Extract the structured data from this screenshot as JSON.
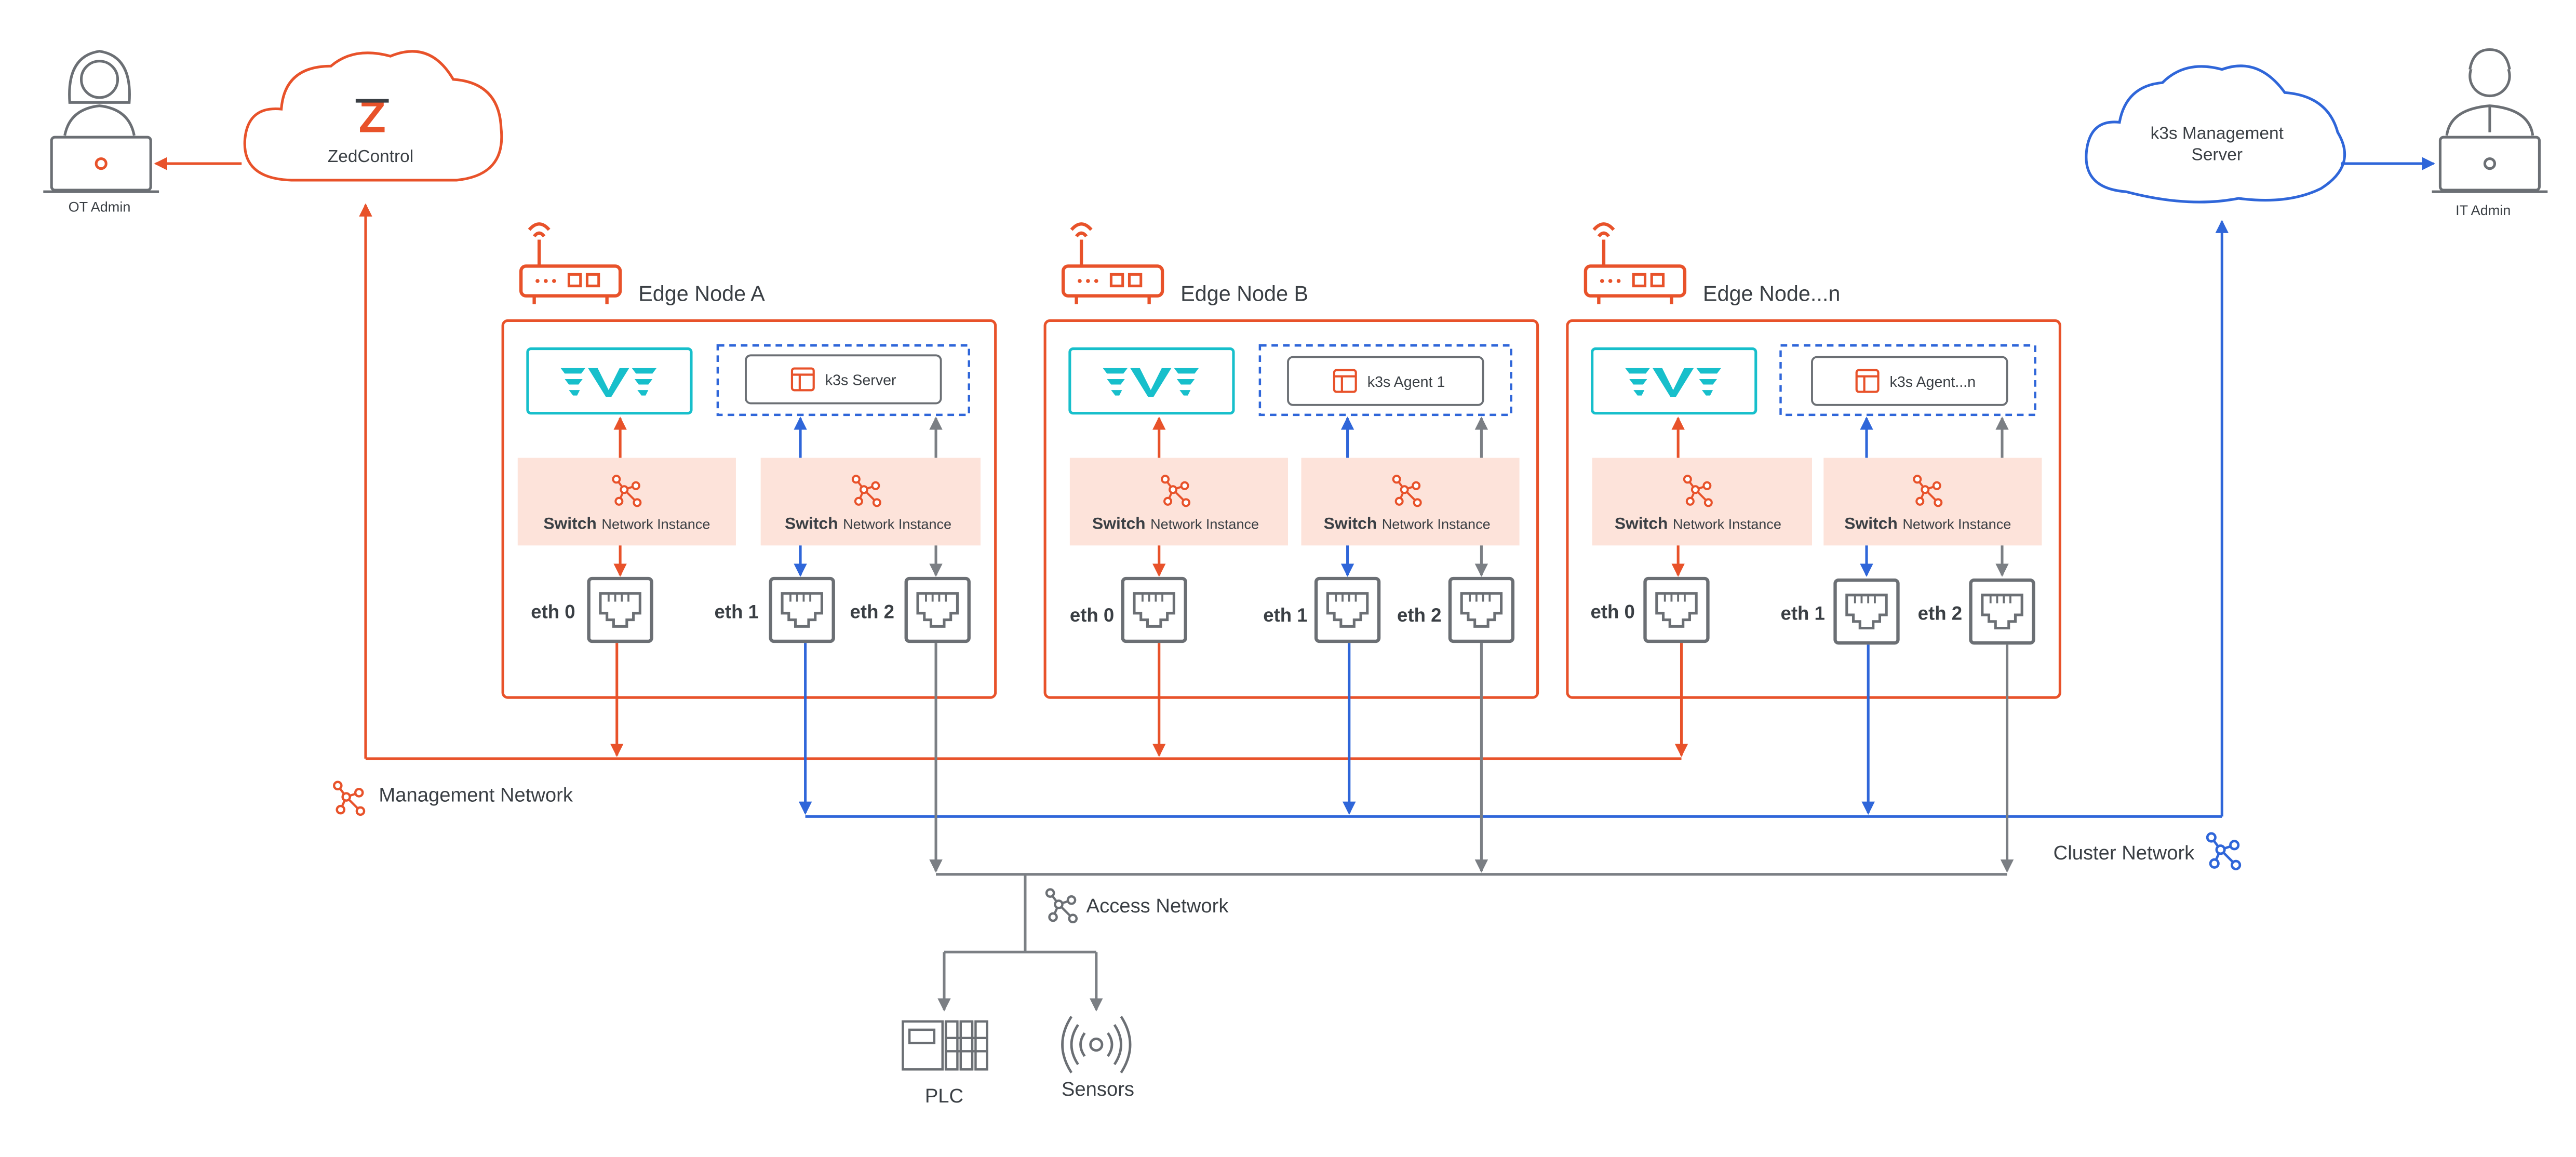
{
  "colors": {
    "orange": "#E8522A",
    "blue": "#2F66D9",
    "gray": "#7B7F84",
    "teal": "#17BFCB",
    "switch_fill": "#FDE3DA",
    "text": "#3A3F44"
  },
  "people": {
    "ot_admin": {
      "label": "OT Admin",
      "icon": "female-user-laptop-icon"
    },
    "it_admin": {
      "label": "IT Admin",
      "icon": "male-user-laptop-icon"
    }
  },
  "clouds": {
    "zedcontrol": {
      "label": "ZedControl",
      "logo": "Z",
      "icon": "cloud-icon"
    },
    "k3s_mgmt": {
      "label_line1": "k3s Management",
      "label_line2": "Server",
      "icon": "cloud-icon"
    }
  },
  "nodes": [
    {
      "title": "Edge Node A",
      "k3s_label": "k3s Server",
      "switch_left": {
        "bold": "Switch",
        "rest": "Network Instance"
      },
      "switch_right": {
        "bold": "Switch",
        "rest": "Network Instance"
      },
      "ports": [
        "eth 0",
        "eth 1",
        "eth 2"
      ]
    },
    {
      "title": "Edge Node B",
      "k3s_label": "k3s Agent 1",
      "switch_left": {
        "bold": "Switch",
        "rest": "Network Instance"
      },
      "switch_right": {
        "bold": "Switch",
        "rest": "Network Instance"
      },
      "ports": [
        "eth 0",
        "eth 1",
        "eth 2"
      ]
    },
    {
      "title": "Edge Node...n",
      "k3s_label": "k3s Agent...n",
      "switch_left": {
        "bold": "Switch",
        "rest": "Network Instance"
      },
      "switch_right": {
        "bold": "Switch",
        "rest": "Network Instance"
      },
      "ports": [
        "eth 0",
        "eth 1",
        "eth 2"
      ]
    }
  ],
  "networks": {
    "management": "Management Network",
    "cluster": "Cluster Network",
    "access": "Access Network"
  },
  "devices": {
    "plc": "PLC",
    "sensors": "Sensors"
  }
}
